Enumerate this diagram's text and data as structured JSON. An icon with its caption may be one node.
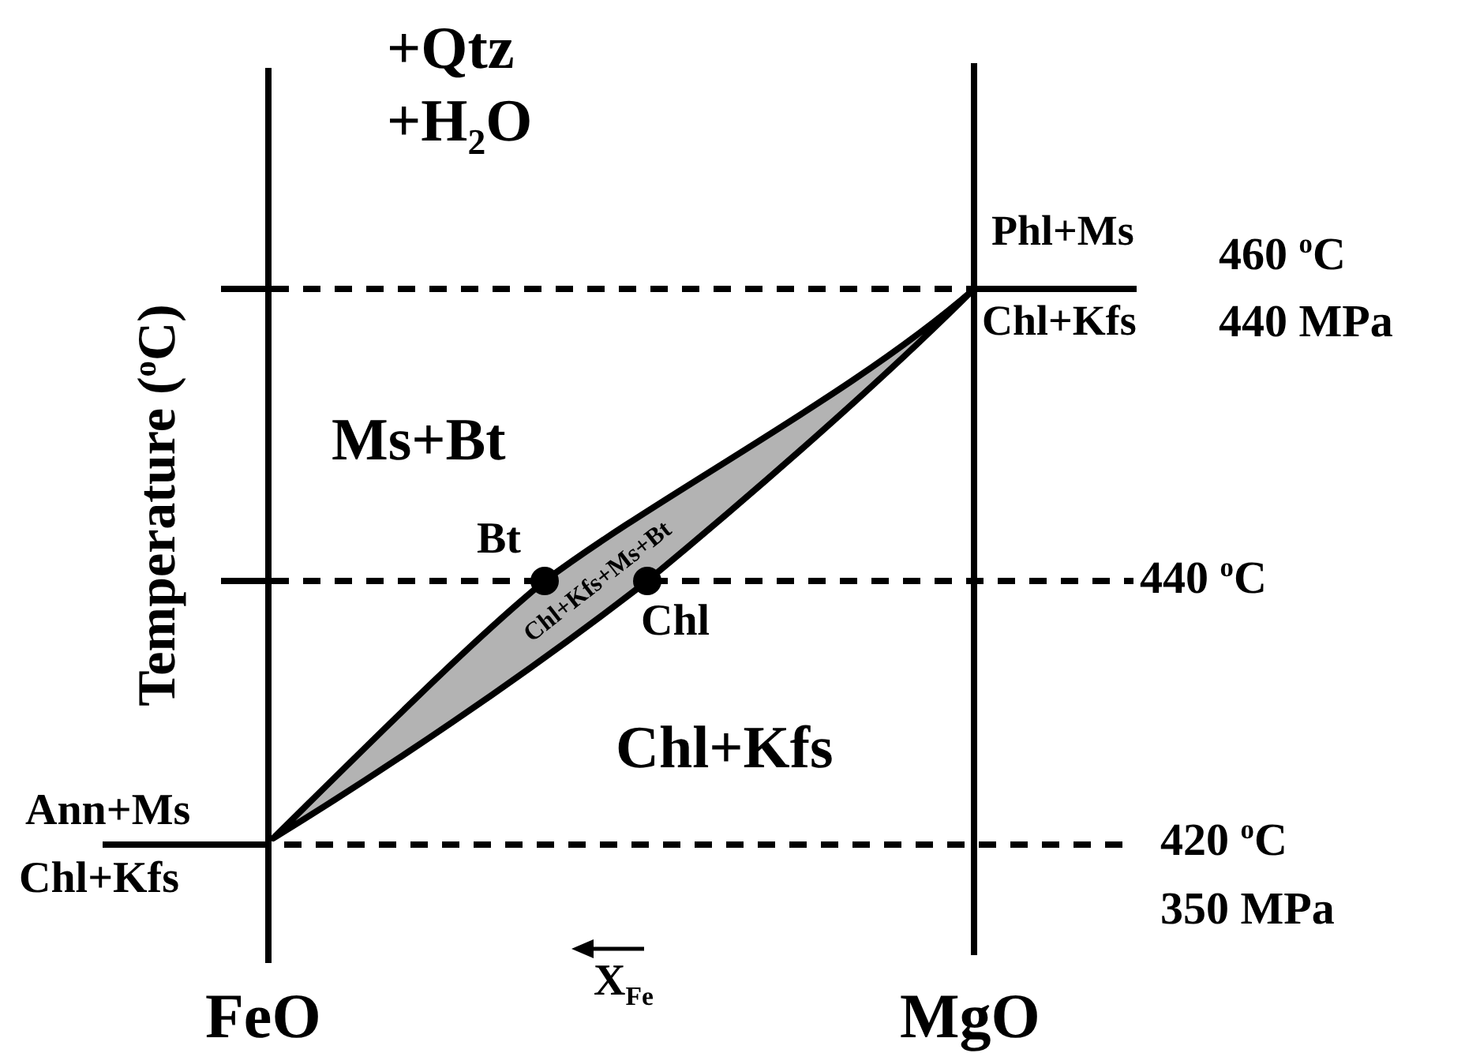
{
  "diagram": {
    "nodes": [
      {
        "text": [
          "Chl+Kfs+Ms+Bt"
        ]
      }
    ],
    "labels": [
      "+Qtz",
      "+H$_{2}$O",
      "Temperature ($^{o}$C)",
      "Phl+Ms",
      "460 $^{o}$C",
      "Chl+Kfs",
      "440 MPa",
      "Ms+Bt",
      "Bt",
      "Chl",
      "440 $^{o}$C",
      "Chl+Kfs",
      "Ann+Ms",
      "Chl+Kfs",
      "420 $^{o}$C",
      "350 MPa",
      "FeO",
      "X$_{Fe}$",
      "MgO"
    ]
  }
}
